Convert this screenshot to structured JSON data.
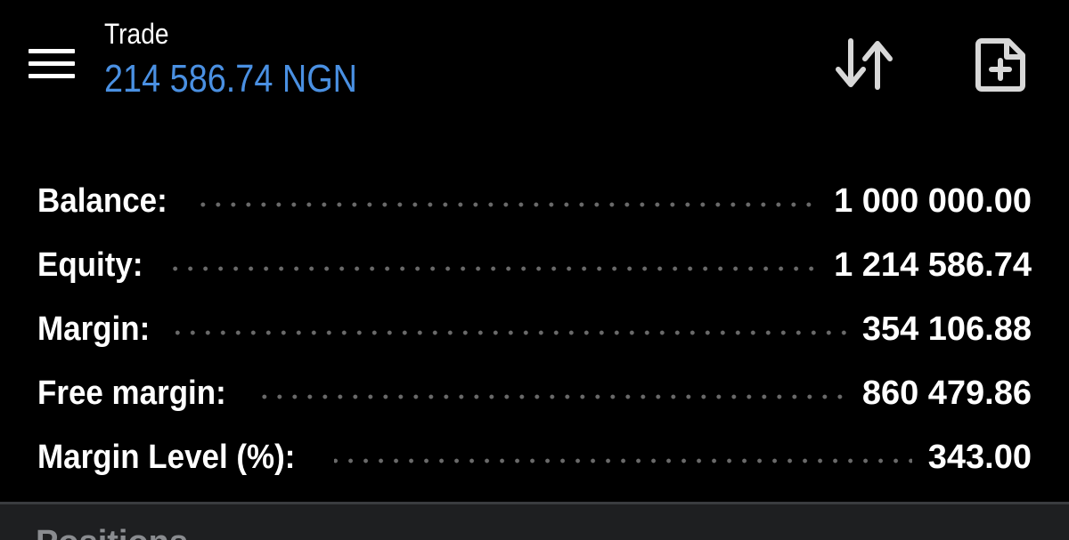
{
  "header": {
    "title": "Trade",
    "profit": "214 586.74 NGN",
    "menu_icon": "hamburger-menu-icon",
    "sort_icon": "sort-arrows-icon",
    "new_order_icon": "new-order-icon",
    "profit_color": "#4a90e2"
  },
  "account": {
    "rows": [
      {
        "label": "Balance:",
        "value": "1 000 000.00"
      },
      {
        "label": "Equity:",
        "value": "1 214 586.74"
      },
      {
        "label": "Margin:",
        "value": "354 106.88"
      },
      {
        "label": "Free margin:",
        "value": "860 479.86"
      },
      {
        "label": "Margin Level (%):",
        "value": "343.00"
      }
    ]
  },
  "positions": {
    "label": "Positions",
    "more": "···"
  }
}
